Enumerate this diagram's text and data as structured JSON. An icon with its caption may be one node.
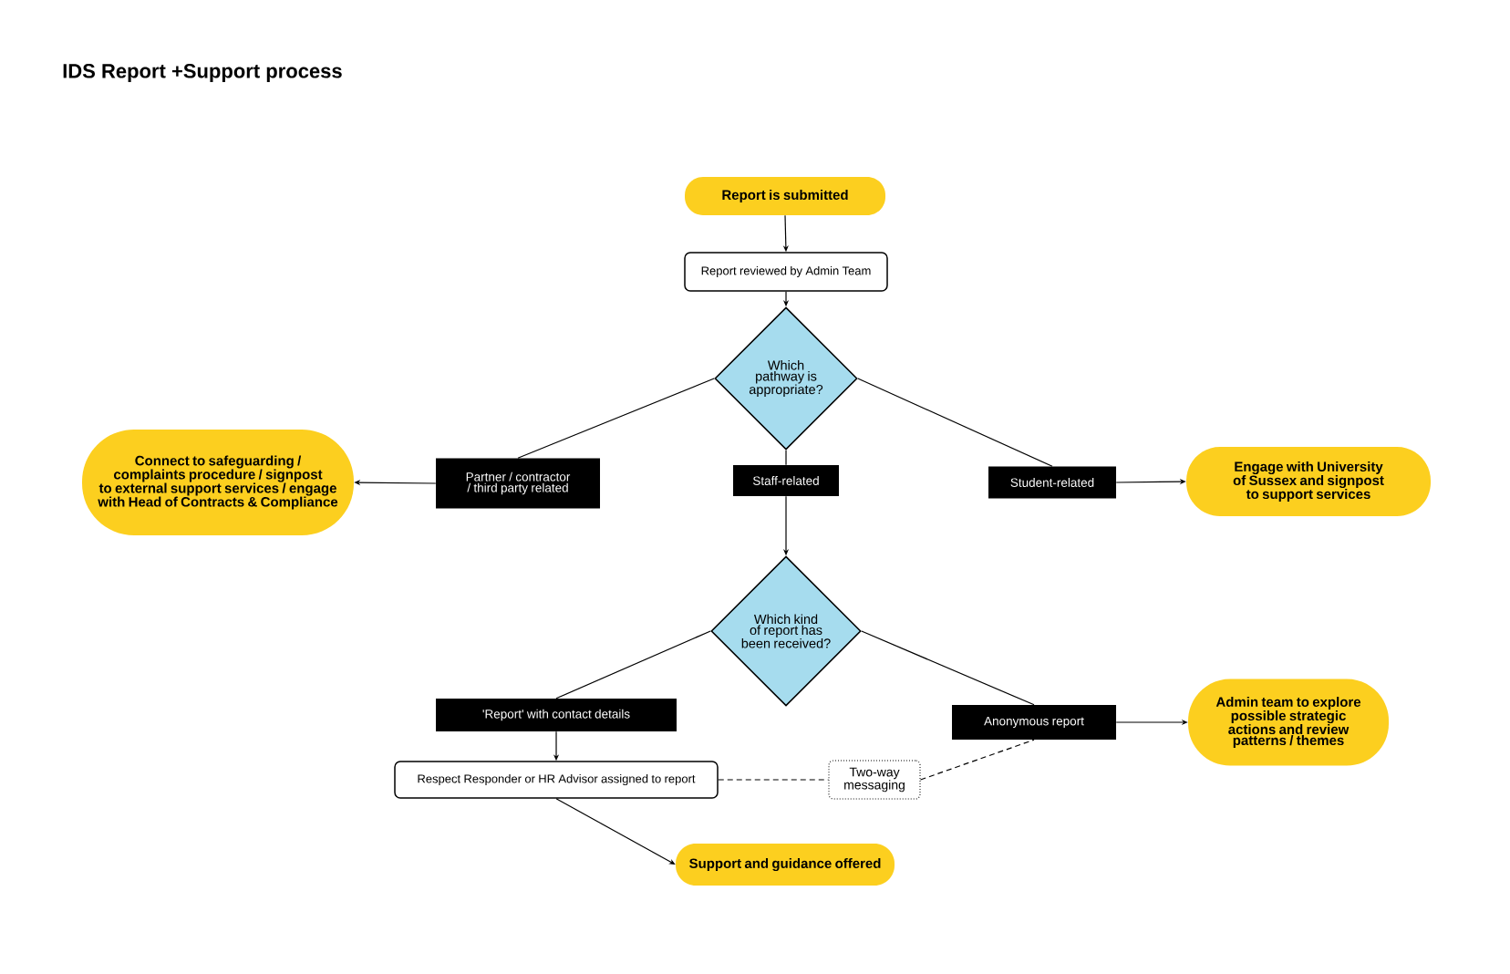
{
  "diagram": {
    "title": "IDS Report +Support process",
    "nodes": [
      {
        "text": [
          "Report is submitted"
        ]
      },
      {
        "text": [
          "Report reviewed by Admin Team"
        ]
      },
      {
        "text": [
          "Which pathway is appropriate?"
        ]
      },
      {
        "text": [
          "Partner / contractor / third party related"
        ]
      },
      {
        "text": [
          "Staff-related"
        ]
      },
      {
        "text": [
          "Student-related"
        ]
      },
      {
        "text": [
          "Connect to safeguarding / complaints procedure / signpost to external support services / engage with Head of Contracts & Compliance"
        ]
      },
      {
        "text": [
          "Engage with University of Sussex and signpost to support services"
        ]
      },
      {
        "text": [
          "Which kind of report has been received?"
        ]
      },
      {
        "text": [
          "'Report' with contact details"
        ]
      },
      {
        "text": [
          "Anonymous report"
        ]
      },
      {
        "text": [
          "Admin team to explore possible strategic actions and review patterns / themes"
        ]
      },
      {
        "text": [
          "Respect Responder or HR Advisor assigned to report"
        ]
      },
      {
        "text": [
          "Two-way messaging"
        ]
      },
      {
        "text": [
          "Support and guidance offered"
        ]
      }
    ],
    "edges": [
      {
        "from": 0,
        "to": 1,
        "arrow": "to"
      },
      {
        "from": 1,
        "to": 2,
        "arrow": "to"
      },
      {
        "from": 2,
        "to": 3,
        "arrow": "none"
      },
      {
        "from": 3,
        "to": 6,
        "arrow": "to"
      },
      {
        "from": 2,
        "to": 4,
        "arrow": "none"
      },
      {
        "from": 4,
        "to": 8,
        "arrow": "to"
      },
      {
        "from": 2,
        "to": 5,
        "arrow": "none"
      },
      {
        "from": 5,
        "to": 7,
        "arrow": "to"
      },
      {
        "from": 8,
        "to": 9,
        "arrow": "none"
      },
      {
        "from": 9,
        "to": 12,
        "arrow": "to"
      },
      {
        "from": 8,
        "to": 10,
        "arrow": "none"
      },
      {
        "from": 10,
        "to": 11,
        "arrow": "to"
      },
      {
        "from": 12,
        "to": 13,
        "arrow": "none",
        "style": "dashed"
      },
      {
        "from": 13,
        "to": 10,
        "arrow": "none",
        "style": "dashed"
      },
      {
        "from": 12,
        "to": 14,
        "arrow": "to"
      }
    ]
  }
}
